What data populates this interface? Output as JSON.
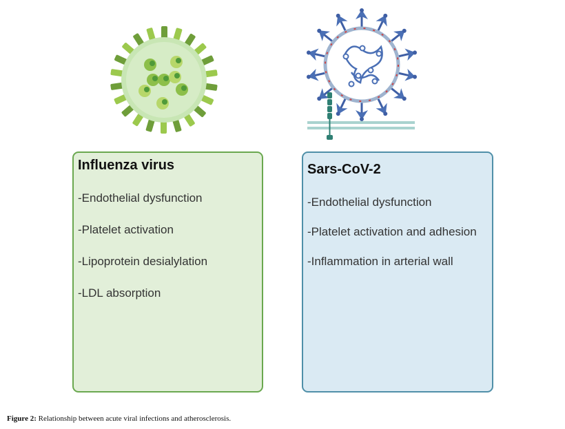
{
  "panels": {
    "influenza": {
      "title": "Influenza virus",
      "items": [
        "-Endothelial dysfunction",
        "-Platelet activation",
        "-Lipoprotein desialylation",
        "-LDL absorption"
      ]
    },
    "sarscov2": {
      "title": "Sars-CoV-2",
      "items": [
        "-Endothelial dysfunction",
        "-Platelet activation and adhesion",
        "-Inflammation in arterial wall"
      ]
    }
  },
  "caption": {
    "label": "Figure 2:",
    "text": " Relationship between acute viral infections and atherosclerosis."
  },
  "colors": {
    "influenza_panel_bg": "#e2efd9",
    "influenza_panel_border": "#6aa84f",
    "sarscov2_panel_bg": "#daeaf3",
    "sarscov2_panel_border": "#4f8fa8"
  },
  "icons": [
    "influenza-virus-icon",
    "sars-cov-2-virus-icon",
    "cell-membrane-icon",
    "ace2-receptor-icon"
  ]
}
